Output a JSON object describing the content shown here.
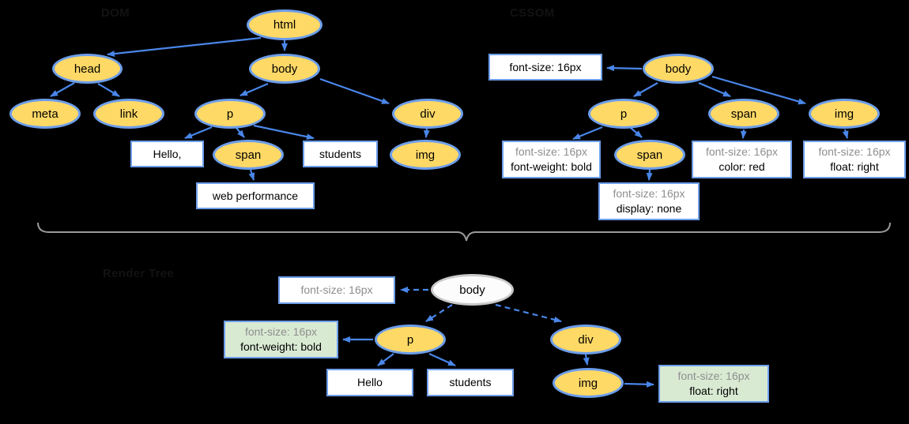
{
  "labels": {
    "dom": "DOM",
    "cssom": "CSSOM",
    "render": "Render Tree"
  },
  "colors": {
    "background": "#000000",
    "node_fill": "#ffd966",
    "node_border": "#6d9eeb",
    "box_fill": "#ffffff",
    "box_fill_matched": "#d9ead3",
    "box_border": "#6d9eeb",
    "arrow": "#4a86e8",
    "muted_text": "#8e8e8e",
    "brace": "#9a9a9a",
    "render_body_fill": "#fcfcfc",
    "render_body_border": "#c9c9c9"
  },
  "dom": {
    "nodes": {
      "html": "html",
      "head": "head",
      "body": "body",
      "meta": "meta",
      "link": "link",
      "p": "p",
      "div": "div",
      "span": "span",
      "img": "img"
    },
    "texts": {
      "hello": "Hello,",
      "students": "students",
      "web_performance": "web performance"
    }
  },
  "cssom": {
    "nodes": {
      "body": "body",
      "p": "p",
      "span": "span",
      "img": "img",
      "span_child": "span"
    },
    "styles": {
      "body": {
        "line1": "font-size: 16px"
      },
      "p": {
        "line1": "font-size: 16px",
        "line2": "font-weight: bold"
      },
      "span": {
        "line1": "font-size: 16px",
        "line2": "color: red"
      },
      "img": {
        "line1": "font-size: 16px",
        "line2": "float: right"
      },
      "span_child": {
        "line1": "font-size: 16px",
        "line2": "display: none"
      }
    }
  },
  "render": {
    "nodes": {
      "body": "body",
      "p": "p",
      "div": "div",
      "img": "img"
    },
    "texts": {
      "hello": "Hello",
      "students": "students"
    },
    "styles": {
      "body": {
        "line1": "font-size: 16px"
      },
      "p": {
        "line1": "font-size: 16px",
        "line2": "font-weight: bold"
      },
      "img": {
        "line1": "font-size: 16px",
        "line2": "float: right"
      }
    }
  }
}
